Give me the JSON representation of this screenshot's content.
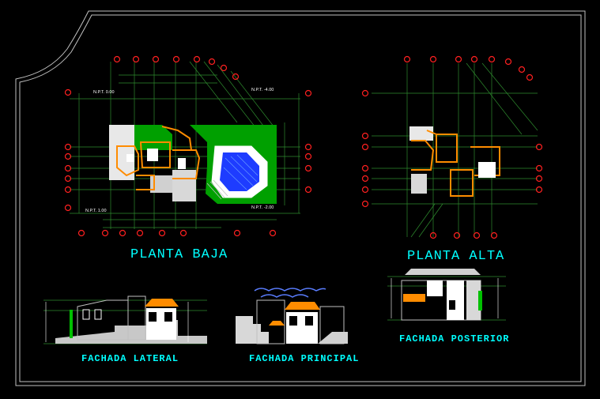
{
  "sheet": {
    "background": "#000000",
    "frame_color": "#c0c0c0",
    "grid_color": "#2e8b2e",
    "marker_color": "#ff2020",
    "wall_color": "#ff8c00",
    "garden_color": "#00a000",
    "water_color": "#1e3cff",
    "title_color": "#00ffff"
  },
  "titles": {
    "ground_floor": "PLANTA BAJA",
    "upper_floor": "PLANTA ALTA",
    "side_facade": "FACHADA LATERAL",
    "main_facade": "FACHADA PRINCIPAL",
    "rear_facade": "FACHADA POSTERIOR"
  },
  "levels": {
    "npt_top_left": "N.P.T. 0.00",
    "npt_top_right": "N.P.T. -4.00",
    "npt_bottom_left": "N.P.T. 1.00",
    "npt_bottom_right": "N.P.T. -2.00"
  }
}
